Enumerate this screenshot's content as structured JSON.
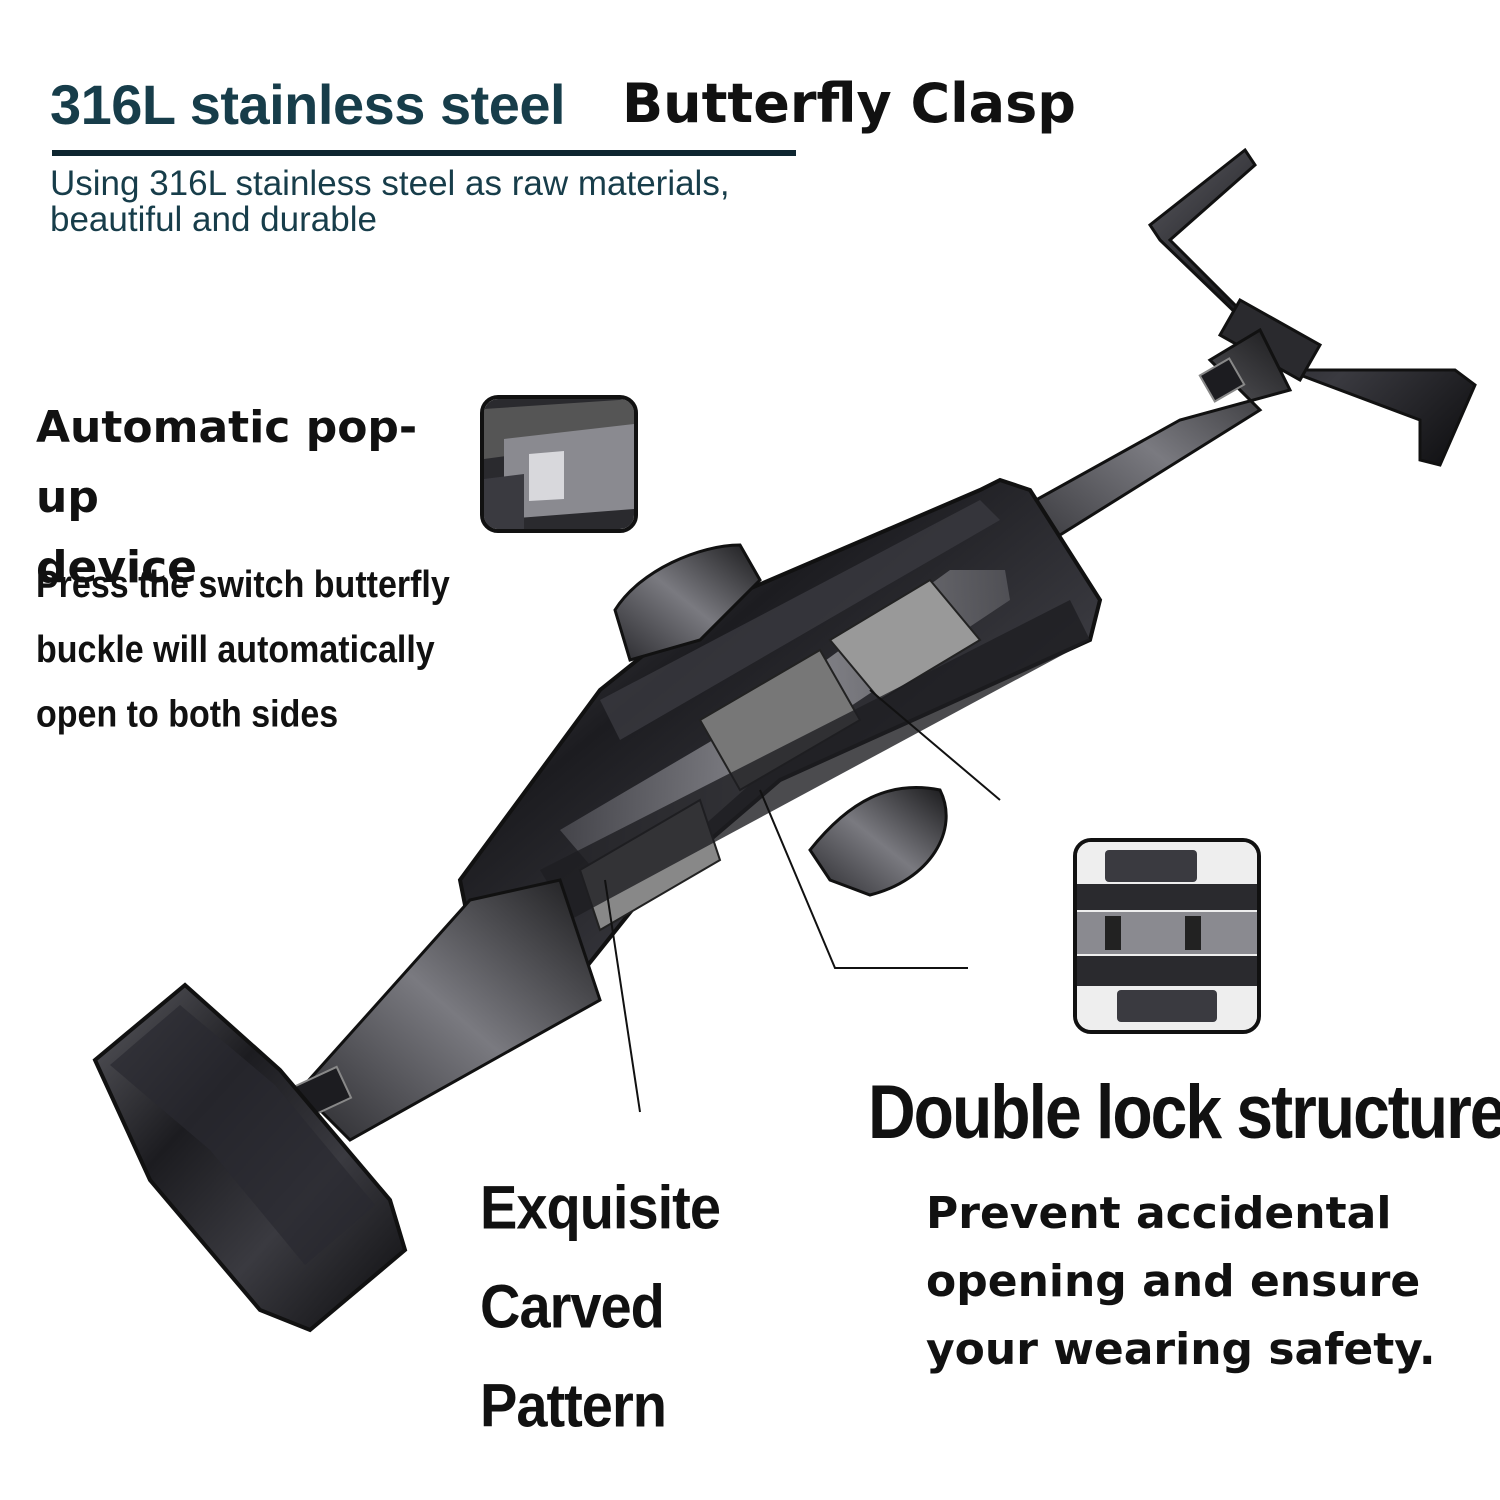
{
  "header": {
    "title_material": "316L stainless steel",
    "title_product": "Butterfly Clasp",
    "subtitle_line1": "Using 316L stainless steel as raw materials,",
    "subtitle_line2": "beautiful and durable"
  },
  "feature_popup": {
    "title_line1": "Automatic pop-up",
    "title_line2": "device",
    "desc_line1": "Press the switch butterfly",
    "desc_line2": "buckle will automatically",
    "desc_line3": "open to both sides"
  },
  "feature_lock": {
    "title": "Double lock structure",
    "desc_line1": "Prevent accidental",
    "desc_line2": "opening and ensure",
    "desc_line3": "your wearing safety."
  },
  "feature_pattern": {
    "line1": "Exquisite Carved",
    "line2": "Pattern"
  },
  "colors": {
    "title_teal": "#173d4a",
    "steel_black": "#1b1b1e",
    "steel_highlight": "#8a8a90"
  }
}
